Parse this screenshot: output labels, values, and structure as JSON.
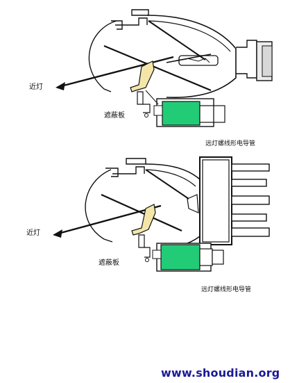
{
  "diagram_top": {
    "low_beam_label": "近灯",
    "shield_label": "遮蔽板",
    "solenoid_label": "远灯螺线形电导管"
  },
  "diagram_bottom": {
    "low_beam_label": "近灯",
    "shield_label": "遮蔽板",
    "solenoid_label": "远灯螺线形电导管"
  },
  "watermark": "www.shoudian.org",
  "colors": {
    "line": "#111111",
    "shield": "#f3e6a8",
    "solenoid": "#22cc77",
    "cap_grey": "#d8d8d8"
  }
}
